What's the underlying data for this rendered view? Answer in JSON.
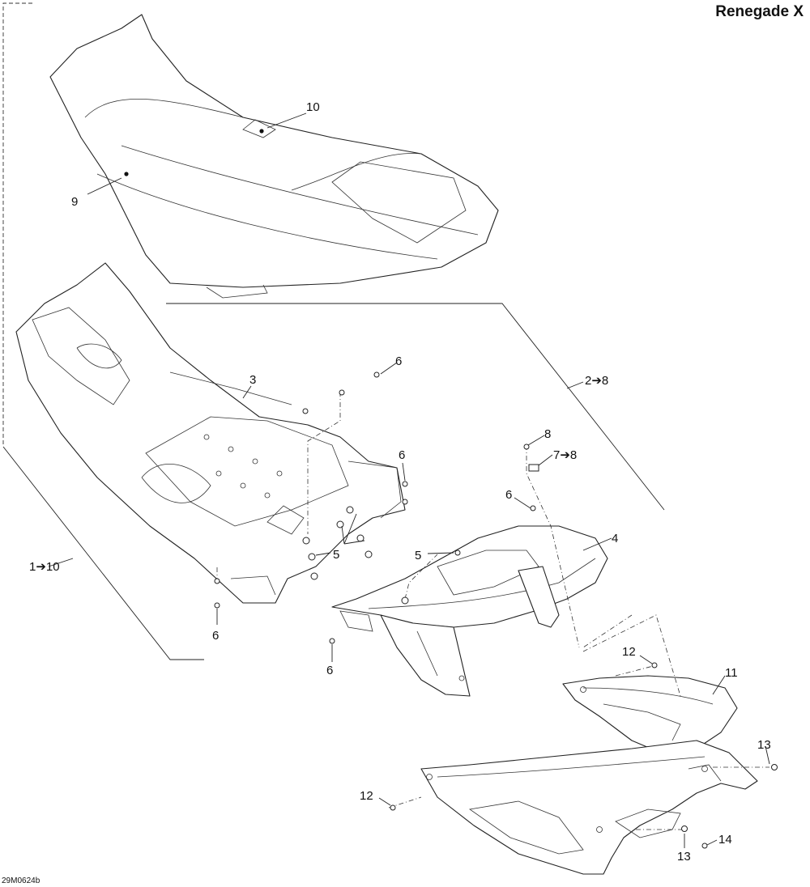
{
  "header": {
    "title": "Renegade X"
  },
  "footer": {
    "diagram_code": "29M0624b"
  },
  "callouts": {
    "c1": "1➔10",
    "c2": "2➔8",
    "c3": "3",
    "c4": "4",
    "c5a": "5",
    "c5b": "5",
    "c6a": "6",
    "c6b": "6",
    "c6c": "6",
    "c6d": "6",
    "c6e": "6",
    "c7": "7➔8",
    "c8": "8",
    "c9": "9",
    "c10": "10",
    "c11": "11",
    "c12a": "12",
    "c12b": "12",
    "c13a": "13",
    "c13b": "13",
    "c14": "14"
  }
}
